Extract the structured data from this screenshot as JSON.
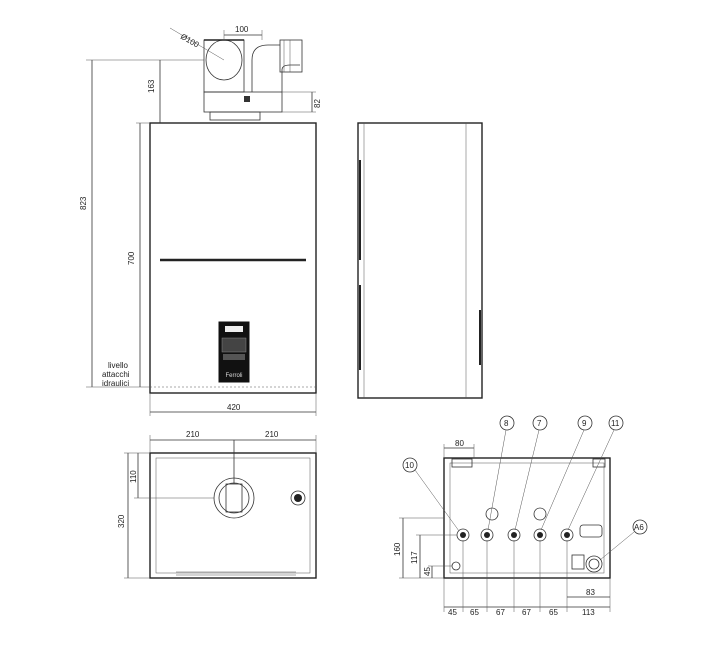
{
  "dimensions": {
    "flue_diameter": "Ø100",
    "flue_spacing": "100",
    "flue_height": "163",
    "flue_offset": "82",
    "total_height": "823",
    "body_height": "700",
    "width": "420",
    "half_left": "210",
    "half_right": "210",
    "top_depth": "110",
    "depth": "320",
    "conn_offset": "80",
    "conn_height": "160",
    "conn_height2": "117",
    "conn_low": "45",
    "spacing_45": "45",
    "spacing_65a": "65",
    "spacing_67a": "67",
    "spacing_67b": "67",
    "spacing_65b": "65",
    "spacing_113": "113",
    "spacing_83": "83"
  },
  "hydraulic_level_label": [
    "livello",
    "attacchi",
    "idraulici"
  ],
  "callouts": [
    "10",
    "8",
    "7",
    "9",
    "11",
    "A6"
  ],
  "panel": {
    "brand": "Ferroli"
  }
}
